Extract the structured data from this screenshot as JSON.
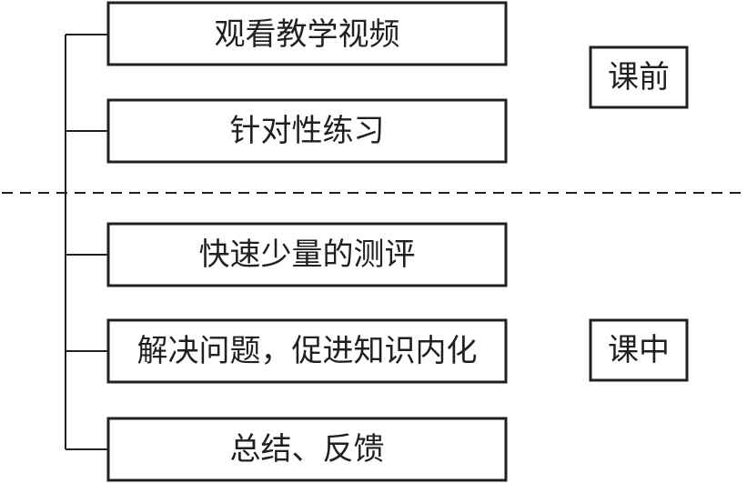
{
  "steps": [
    {
      "text": "观看教学视频"
    },
    {
      "text": "针对性练习"
    },
    {
      "text": "快速少量的测评"
    },
    {
      "text": "解决问题，促进知识内化"
    },
    {
      "text": "总结、反馈"
    }
  ],
  "phases": {
    "pre_class": "课前",
    "in_class": "课中"
  },
  "colors": {
    "stroke": "#231f20",
    "background": "#ffffff"
  }
}
